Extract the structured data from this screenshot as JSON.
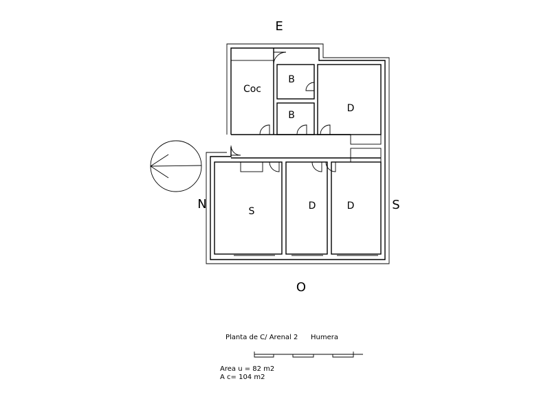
{
  "orientation": {
    "east": "E",
    "west": "O",
    "north": "N",
    "south": "S"
  },
  "rooms": {
    "kitchen": "Coc",
    "bath_1": "B",
    "bath_2": "B",
    "bedroom_1": "D",
    "salon": "S",
    "bedroom_2": "D",
    "bedroom_3": "D"
  },
  "footer": {
    "plan_title": "Planta de C/ Arenal 2",
    "town": "Humera",
    "useful_area": "Area u = 82   m2",
    "built_area": "A c= 104 m2"
  }
}
